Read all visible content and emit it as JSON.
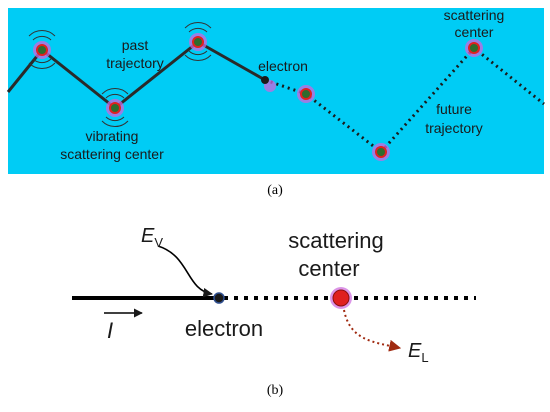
{
  "panel_a": {
    "background_color": "#00ccf5",
    "labels": {
      "past_trajectory_line1": "past",
      "past_trajectory_line2": "trajectory",
      "electron": "electron",
      "scattering_center_line1": "scattering",
      "scattering_center_line2": "center",
      "vibrating_line1": "vibrating",
      "vibrating_line2": "scattering center",
      "future_trajectory_line1": "future",
      "future_trajectory_line2": "trajectory"
    },
    "caption": "(a)"
  },
  "panel_b": {
    "labels": {
      "ev_main": "E",
      "ev_sub": "V",
      "scattering_center_line1": "scattering",
      "scattering_center_line2": "center",
      "electron": "electron",
      "current": "I",
      "el_main": "E",
      "el_sub": "L"
    },
    "caption": "(b)"
  },
  "colors": {
    "scatter_center_fill": "#2e6b2e",
    "scatter_center_ring": "#e02020",
    "halo": "#cc66dd",
    "electron": "#1a1a1a",
    "scatter_b_fill": "#e02020",
    "el_arrow": "#a02a10"
  }
}
